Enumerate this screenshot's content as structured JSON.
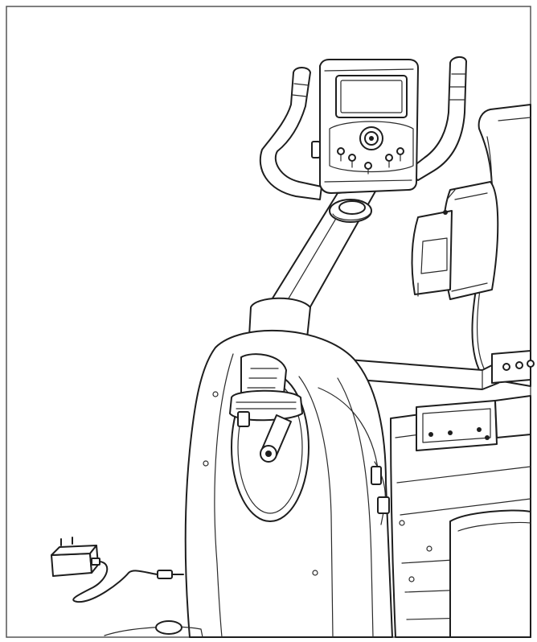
{
  "figure": {
    "background": "#ffffff",
    "line_color": "#1e1e1e",
    "frame_color": "#555555",
    "parts": [
      "console",
      "console-screen",
      "console-buttons",
      "left-handlebar",
      "right-handlebar",
      "console-mast",
      "mast-knob",
      "seat-backrest",
      "side-handle-bar",
      "flywheel",
      "crank-arm",
      "pedal",
      "frame-shroud",
      "seat-rail",
      "power-adapter",
      "power-cord",
      "dc-plug"
    ]
  }
}
